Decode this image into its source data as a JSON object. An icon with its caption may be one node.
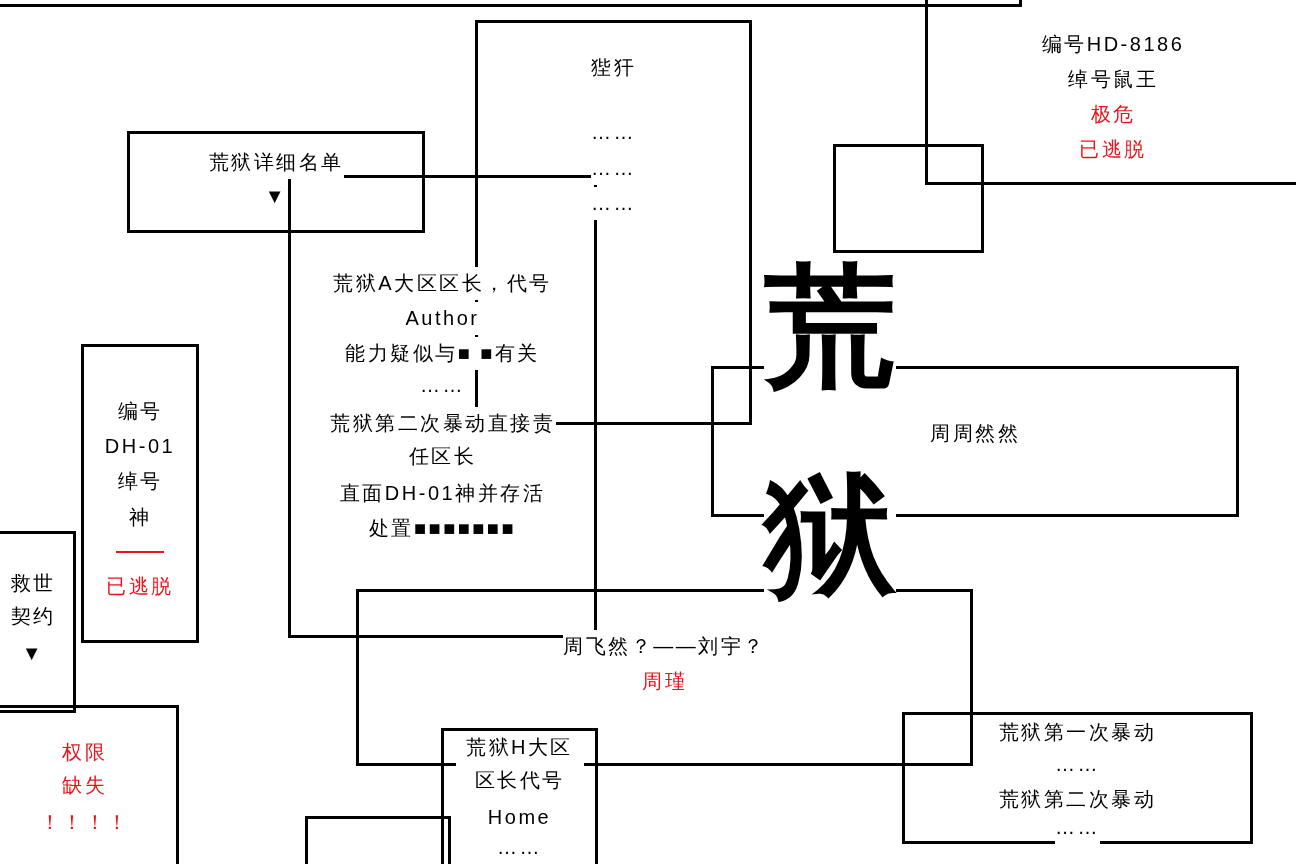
{
  "diagram": {
    "nodes": [
      {
        "text": [],
        "shape": "box"
      },
      {
        "text": [
          "编号HD-8186",
          "绰号鼠王",
          "极危",
          "已逃脱"
        ]
      },
      {
        "text": [
          "狴犴",
          "……",
          "……",
          "……"
        ]
      },
      {
        "text": [
          "荒狱详细名单",
          "▼"
        ]
      },
      {
        "text": [],
        "shape": "box"
      },
      {
        "text": [
          "荒狱A大区区长，代号",
          "Author",
          "能力疑似与■ ■有关",
          "……",
          "荒狱第二次暴动直接责任区长",
          "直面DH-01神并存活",
          "处置■■■■■■■"
        ]
      },
      {
        "text": [
          "编号",
          "DH-01",
          "绰号",
          "神",
          "已逃脱"
        ]
      },
      {
        "text": [
          "周周然然"
        ]
      },
      {
        "text": [
          "救世契约",
          "▼"
        ]
      },
      {
        "text": [
          "周飞然？——刘宇？",
          "周瑾"
        ]
      },
      {
        "text": [
          "权限缺失",
          "！！！！"
        ]
      },
      {
        "text": [
          "荒狱第一次暴动",
          "……",
          "荒狱第二次暴动",
          "……"
        ]
      },
      {
        "text": [
          "荒狱H大区区长代号",
          "Home",
          "……"
        ]
      },
      {
        "text": [],
        "shape": "box"
      }
    ],
    "labels": [
      "荒狱"
    ]
  }
}
